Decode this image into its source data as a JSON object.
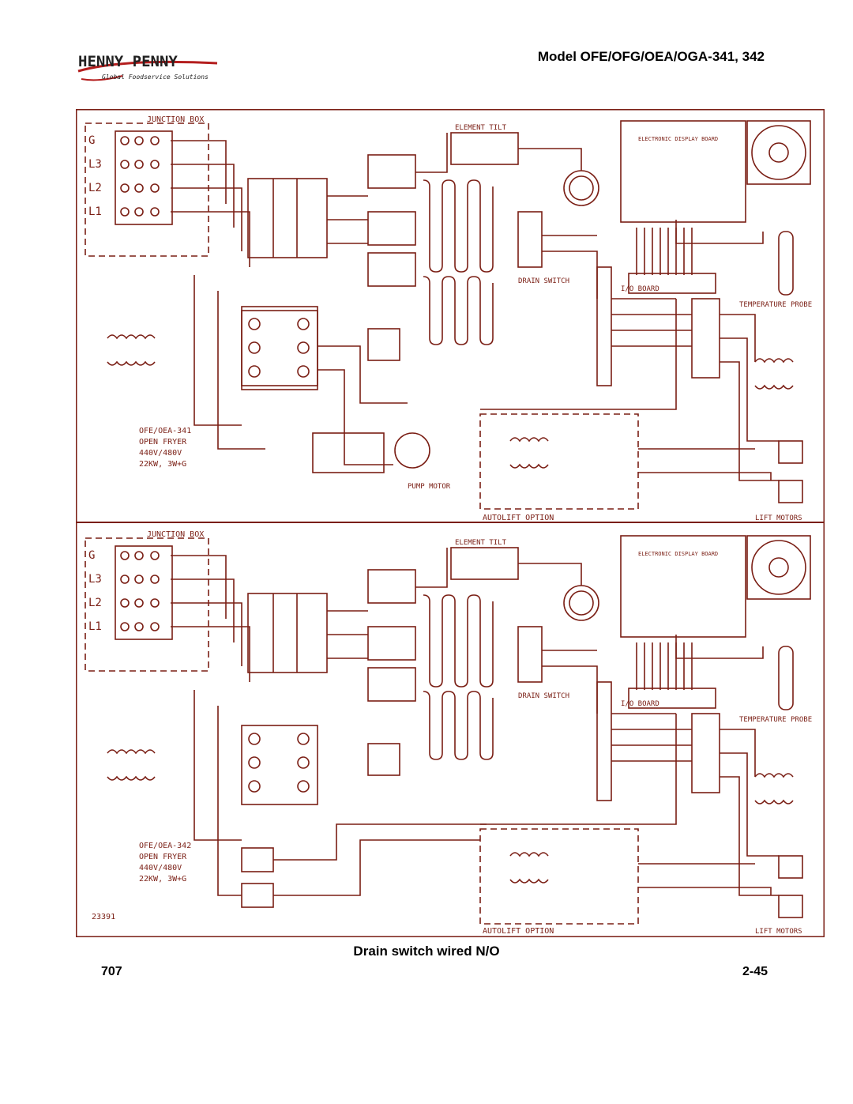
{
  "header": {
    "brand_name": "HENNY PENNY",
    "brand_tagline": "Global Foodservice Solutions",
    "model_title": "Model OFE/OFG/OEA/OGA-341, 342"
  },
  "schematic": {
    "top": {
      "junction_box": "JUNCTION BOX",
      "terminals": [
        "G",
        "L3",
        "L2",
        "L1"
      ],
      "element_tilt": "ELEMENT TILT",
      "drain_switch": "DRAIN SWITCH",
      "display_board": "ELECTRONIC DISPLAY BOARD",
      "io_board": "I/O BOARD",
      "temperature_probe": "TEMPERATURE PROBE",
      "pump_motor": "PUMP MOTOR",
      "lift_motors": "LIFT MOTORS",
      "autolift_option": "AUTOLIFT OPTION",
      "model_note": [
        "OFE/OEA-341",
        "OPEN FRYER",
        "440V/480V",
        "22KW, 3W+G"
      ]
    },
    "bottom": {
      "junction_box": "JUNCTION BOX",
      "terminals": [
        "G",
        "L3",
        "L2",
        "L1"
      ],
      "element_tilt": "ELEMENT TILT",
      "drain_switch": "DRAIN SWITCH",
      "display_board": "ELECTRONIC DISPLAY BOARD",
      "io_board": "I/O BOARD",
      "temperature_probe": "TEMPERATURE PROBE",
      "lift_motors": "LIFT MOTORS",
      "autolift_option": "AUTOLIFT OPTION",
      "model_note": [
        "OFE/OEA-342",
        "OPEN FRYER",
        "440V/480V",
        "22KW, 3W+G"
      ],
      "drawing_number": "23391"
    }
  },
  "footer": {
    "caption": "Drain switch wired N/O",
    "page_left": "707",
    "page_right": "2-45"
  },
  "colors": {
    "wire": "#7a1e14",
    "text": "#000000"
  }
}
